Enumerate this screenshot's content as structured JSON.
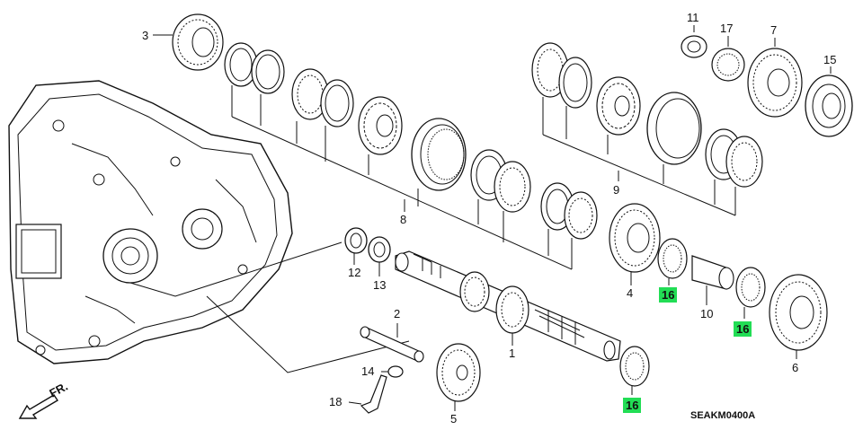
{
  "diagram": {
    "callouts": {
      "p1": "1",
      "p2": "2",
      "p3": "3",
      "p4": "4",
      "p5": "5",
      "p6": "6",
      "p7": "7",
      "p8": "8",
      "p9": "9",
      "p10": "10",
      "p11": "11",
      "p12": "12",
      "p13": "13",
      "p14": "14",
      "p15": "15",
      "p17": "17",
      "p18": "18",
      "p16a": "16",
      "p16b": "16",
      "p16c": "16"
    },
    "highlight_color": "#22dd55",
    "front_label": "FR.",
    "ref_code": "SEAKM0400A"
  }
}
